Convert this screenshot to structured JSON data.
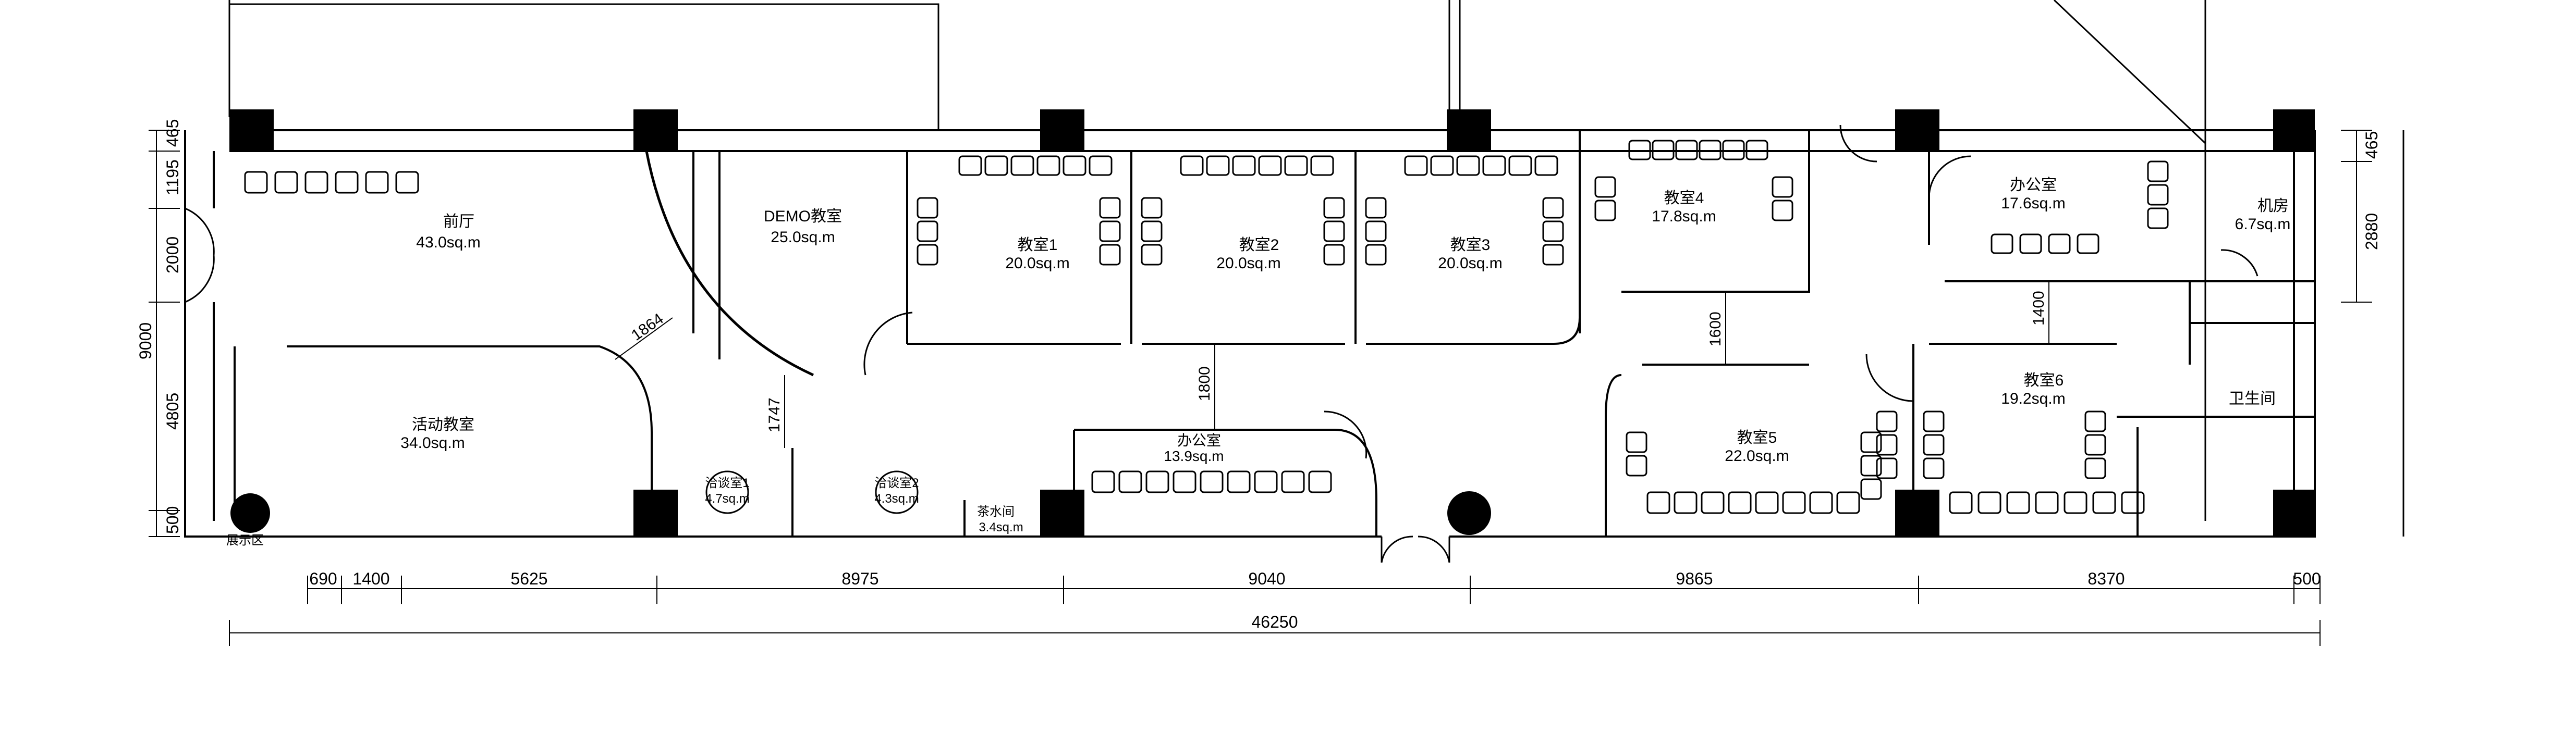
{
  "rooms": {
    "lobby": {
      "name": "前厅",
      "area": "43.0sq.m"
    },
    "demo": {
      "name": "DEMO教室",
      "area": "25.0sq.m"
    },
    "c1": {
      "name": "教室1",
      "area": "20.0sq.m"
    },
    "c2": {
      "name": "教室2",
      "area": "20.0sq.m"
    },
    "c3": {
      "name": "教室3",
      "area": "20.0sq.m"
    },
    "c4": {
      "name": "教室4",
      "area": "17.8sq.m"
    },
    "office_top": {
      "name": "办公室",
      "area": "17.6sq.m"
    },
    "server": {
      "name": "机房",
      "area": "6.7sq.m"
    },
    "activity": {
      "name": "活动教室",
      "area": "34.0sq.m"
    },
    "talk1": {
      "name": "洽谈室1",
      "area": "4.7sq.m"
    },
    "talk2": {
      "name": "洽谈室2",
      "area": "4.3sq.m"
    },
    "tea": {
      "name": "茶水间",
      "area": "3.4sq.m"
    },
    "office_mid": {
      "name": "办公室",
      "area": "13.9sq.m"
    },
    "c5": {
      "name": "教室5",
      "area": "22.0sq.m"
    },
    "c6": {
      "name": "教室6",
      "area": "19.2sq.m"
    },
    "toilet": {
      "name": "卫生间"
    },
    "display": {
      "name": "展示区"
    }
  },
  "dimensions": {
    "bottom": [
      "690",
      "1400",
      "5625",
      "8975",
      "9040",
      "9865",
      "8370",
      "500"
    ],
    "total": "46250",
    "left": [
      "465",
      "1195",
      "2000",
      "4805",
      "500"
    ],
    "left_total": "9000",
    "right": [
      "465",
      "2880"
    ],
    "interior": [
      "1864",
      "1747",
      "1800",
      "1600",
      "1400"
    ]
  }
}
